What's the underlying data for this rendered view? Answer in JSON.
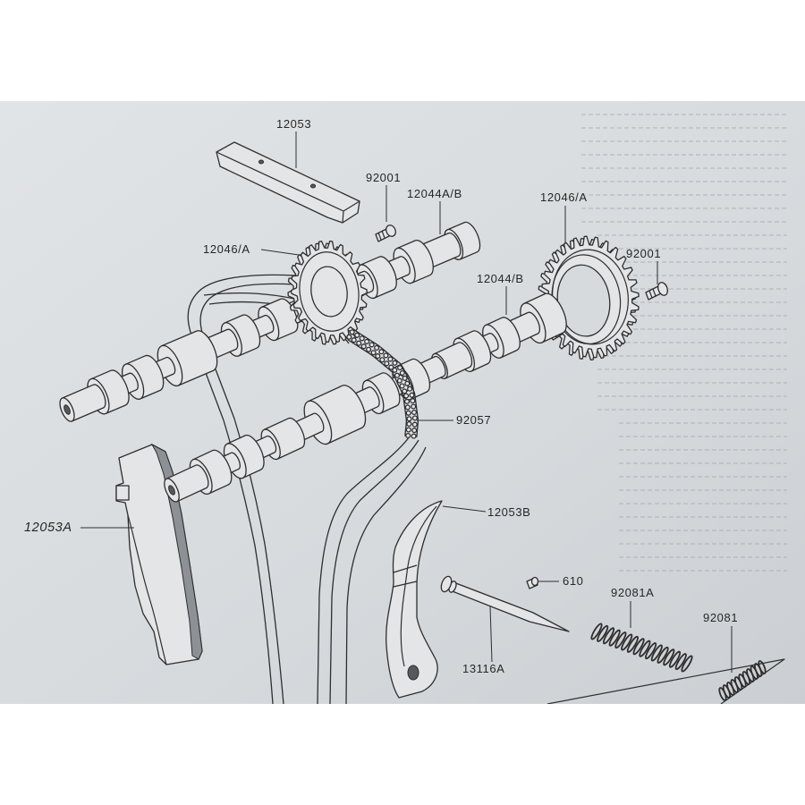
{
  "callouts": {
    "part_12053": "12053",
    "part_92001_top": "92001",
    "part_12044ab": "12044A/B",
    "part_12046a_left": "12046/A",
    "part_12046a_right": "12046/A",
    "part_92001_right": "92001",
    "part_12044b": "12044/B",
    "part_92057": "92057",
    "part_12053a": "12053A",
    "part_12053b": "12053B",
    "part_610": "610",
    "part_92081a": "92081A",
    "part_92081": "92081",
    "part_13116a": "13116A"
  },
  "colors": {
    "margin": "#ffffff",
    "paper_light": "#e1e4e6",
    "paper_mid": "#d6dadd",
    "paper_dark": "#cbcfd3",
    "line": "#2e2e2e",
    "part_fill": "#e3e5e7",
    "text": "#262626",
    "bleed": "#9ca3ab"
  }
}
